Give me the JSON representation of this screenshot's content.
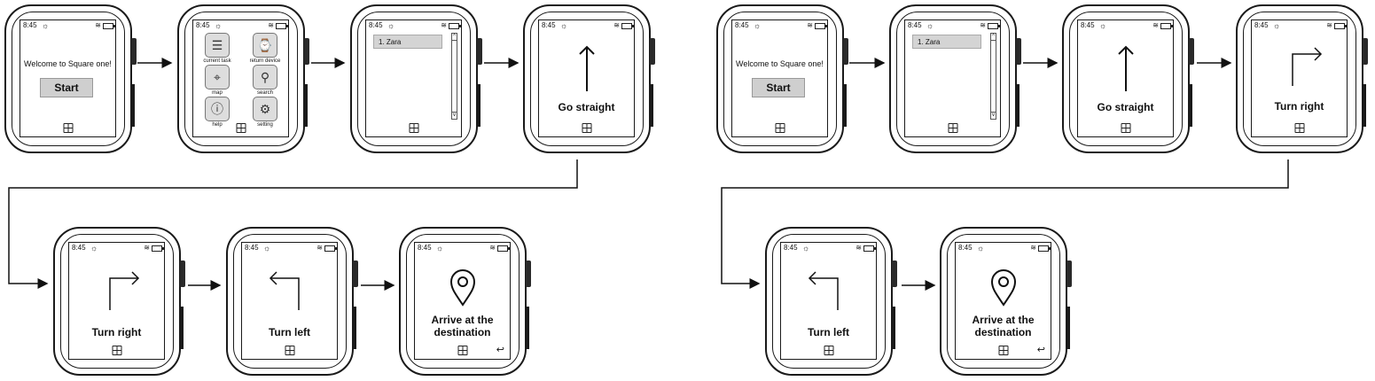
{
  "status_time": "8:45",
  "welcome": {
    "message": "Welcome to Square one!",
    "start_label": "Start"
  },
  "menu_items": [
    {
      "label": "current task",
      "icon": "list-icon"
    },
    {
      "label": "return device",
      "icon": "watch-icon"
    },
    {
      "label": "map",
      "icon": "map-icon"
    },
    {
      "label": "search",
      "icon": "search-icon"
    },
    {
      "label": "help",
      "icon": "info-icon"
    },
    {
      "label": "setting",
      "icon": "gear-icon"
    }
  ],
  "task_list": {
    "item": "1. Zara"
  },
  "directions": {
    "straight": "Go straight",
    "right": "Turn right",
    "left": "Turn left",
    "arrive_line1": "Arrive at the",
    "arrive_line2": "destination"
  }
}
